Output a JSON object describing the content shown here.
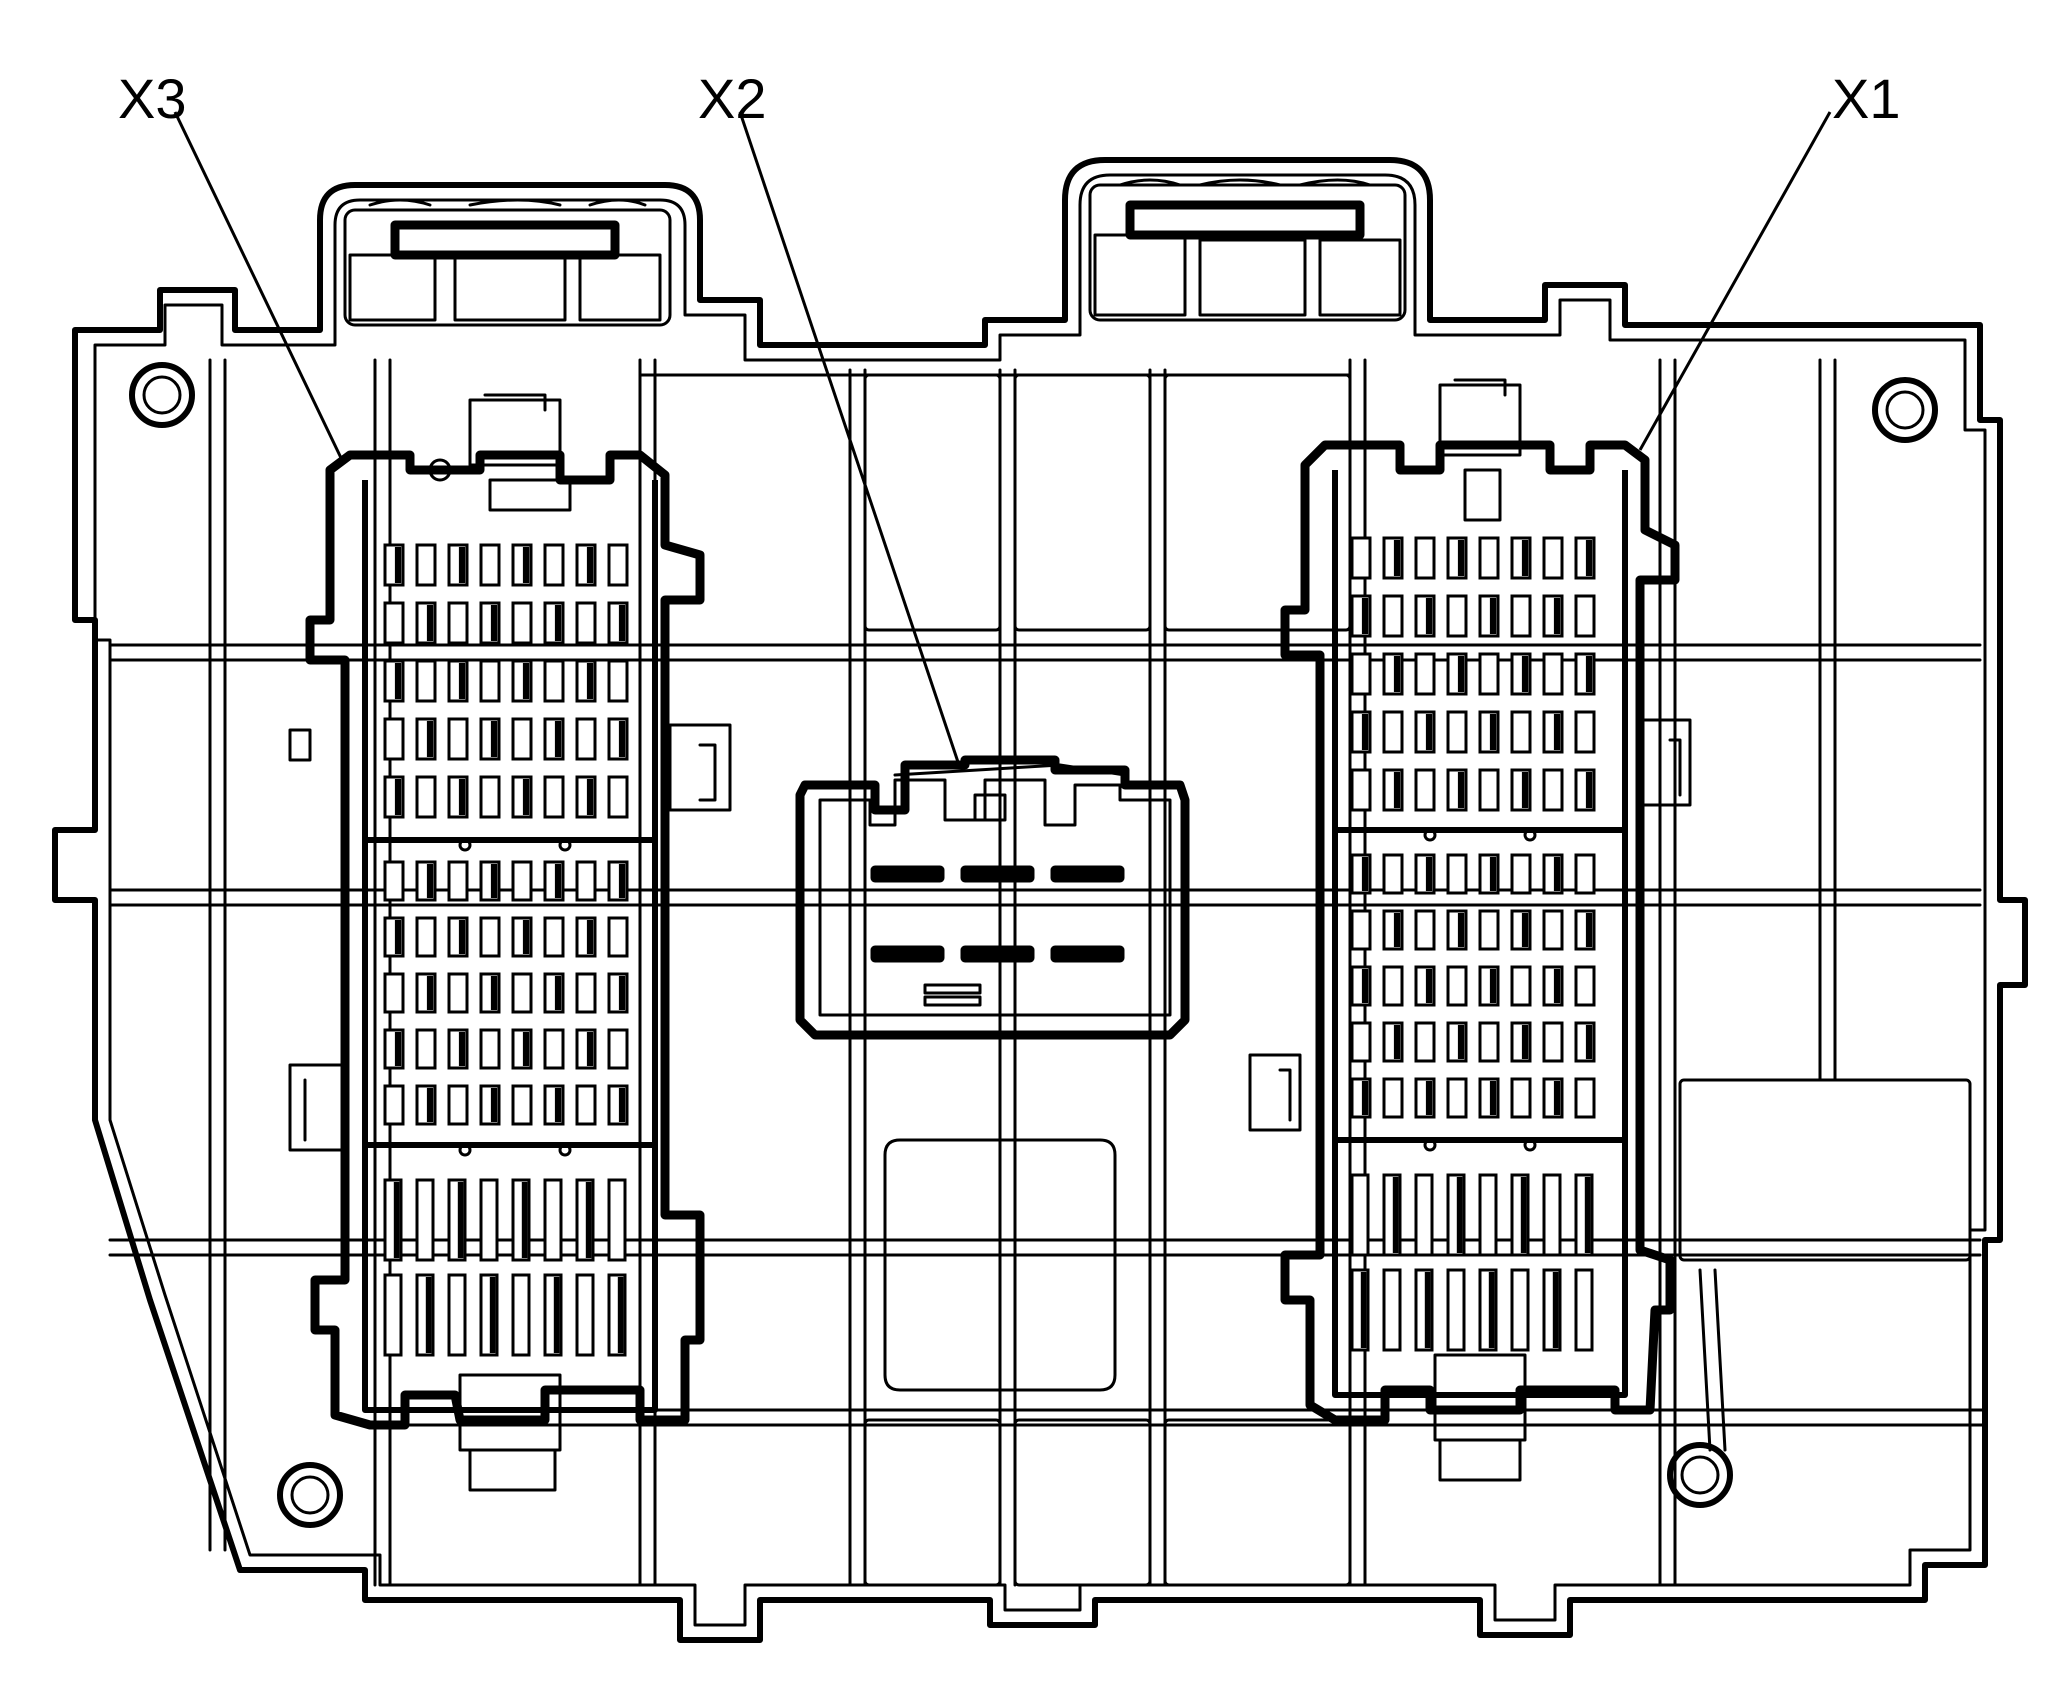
{
  "callouts": {
    "x1": {
      "label": "X1"
    },
    "x2": {
      "label": "X2"
    },
    "x3": {
      "label": "X3"
    }
  },
  "colors": {
    "line": "#000000",
    "background": "#ffffff"
  }
}
